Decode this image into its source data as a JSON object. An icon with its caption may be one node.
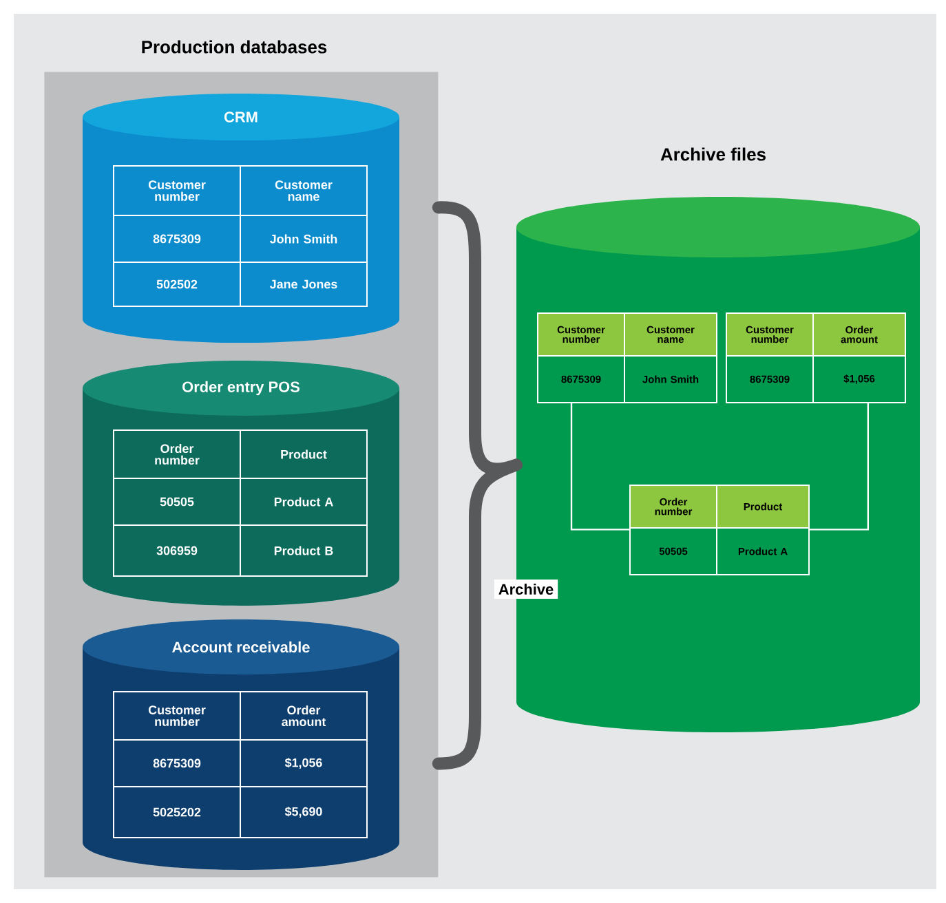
{
  "diagram": {
    "nodes": [
      {
        "text": [
          "Production databases"
        ]
      },
      {
        "text": [
          "CRM",
          "Customer number",
          "Customer name",
          "8675309",
          "John Smith",
          "502502",
          "Jane Jones"
        ],
        "in": 0
      },
      {
        "text": [
          "Order entry POS",
          "Order number",
          "Product",
          "50505",
          "Product A",
          "306959",
          "Product B"
        ],
        "in": 0
      },
      {
        "text": [
          "Account receivable",
          "Customer number",
          "Order amount",
          "8675309",
          "$1,056",
          "5025202",
          "$5,690"
        ],
        "in": 0
      },
      {
        "text": [
          "Archive files"
        ]
      },
      {
        "text": [
          "Customer number",
          "Customer name",
          "8675309",
          "John Smith"
        ],
        "in": 4
      },
      {
        "text": [
          "Customer number",
          "Order amount",
          "8675309",
          "$1,056"
        ],
        "in": 4
      },
      {
        "text": [
          "Order number",
          "Product",
          "50505",
          "Product A"
        ],
        "in": 4
      }
    ],
    "edges": [
      {
        "from": 0,
        "to": 4,
        "arrow": "none",
        "label": "Archive",
        "style": "thick",
        "color": "#58595b"
      },
      {
        "from": 5,
        "to": 7,
        "arrow": "none"
      },
      {
        "from": 6,
        "to": 7,
        "arrow": "none"
      }
    ]
  }
}
